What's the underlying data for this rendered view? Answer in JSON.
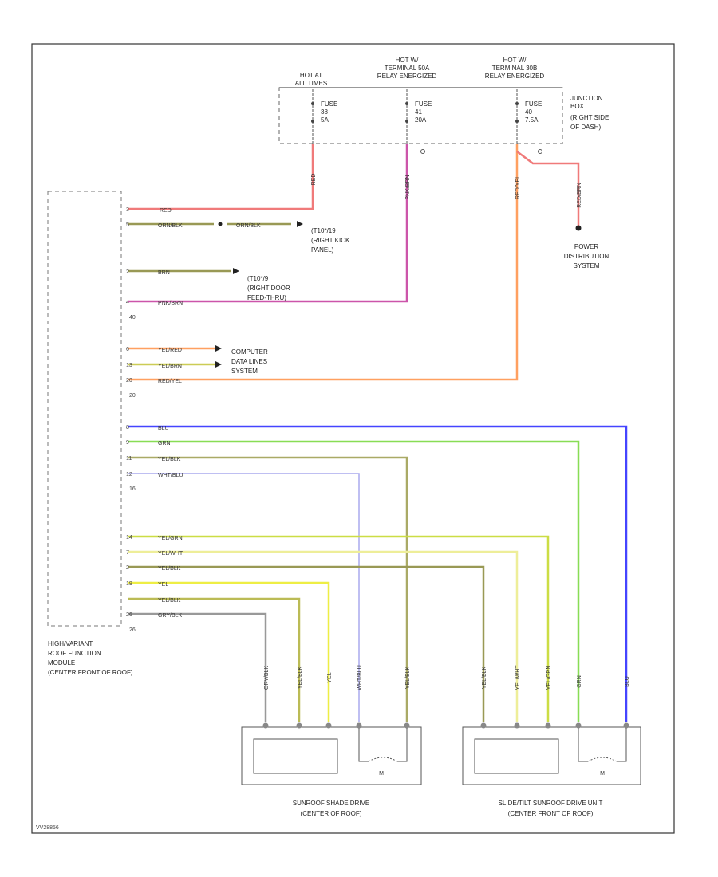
{
  "fuse_box": {
    "col1": [
      "HOT AT",
      "ALL TIMES"
    ],
    "col2": [
      "HOT W/",
      "TERMINAL 50A",
      "RELAY ENERGIZED"
    ],
    "col3": [
      "HOT W/",
      "TERMINAL 30B",
      "RELAY ENERGIZED"
    ],
    "fuses": [
      [
        "FUSE",
        "38",
        "5A"
      ],
      [
        "FUSE",
        "41",
        "20A"
      ],
      [
        "FUSE",
        "40",
        "7.5A"
      ]
    ],
    "junction_label": [
      "JUNCTION",
      "BOX",
      "(RIGHT SIDE",
      "OF DASH)"
    ]
  },
  "module_label": [
    "HIGH/VARIANT",
    "ROOF FUNCTION",
    "MODULE",
    "(CENTER FRONT OF ROOF)"
  ],
  "connector_numbers": {
    "c1": "40",
    "c2": "20",
    "c3": "16",
    "c4": "26"
  },
  "refs": {
    "kick": [
      "(T10*/19",
      "(RIGHT KICK",
      "PANEL)"
    ],
    "door": [
      "(T10*/9",
      "(RIGHT DOOR",
      "FEED-THRU)"
    ],
    "cds": [
      "COMPUTER",
      "DATA LINES",
      "SYSTEM"
    ],
    "pds": [
      "POWER",
      "DISTRIBUTION",
      "SYSTEM"
    ]
  },
  "wires": {
    "red": "RED",
    "orn_blk": "ORN/BLK",
    "orn_blk2": "ORN/BLK",
    "brn": "BRN",
    "pnk_brn": "PNK/BRN",
    "yel_red": "YEL/RED",
    "yel_brn1": "YEL/BRN",
    "red_yel": "RED/YEL",
    "blu": "BLU",
    "grn": "GRN",
    "yel_blk1": "YEL/BLK",
    "wht_blu": "WHT/BLU",
    "yel_grn": "YEL/GRN",
    "yel_wht": "YEL/WHT",
    "yel_blk2": "YEL/BLK",
    "yel": "YEL",
    "yel_blk3": "YEL/BLK",
    "gry_blk": "GRY/BLK",
    "top_red": "RED",
    "top_pnk": "PNK/BRN",
    "top_red_yel": "RED/YEL",
    "top_red_brn": "RED/BRN"
  },
  "pins": [
    "3",
    "5",
    "2",
    "4",
    "6",
    "13",
    "20",
    "8",
    "9",
    "11",
    "12",
    "14",
    "7",
    "2",
    "19",
    "26"
  ],
  "bottom_wires": {
    "s1": "GRY/BLK",
    "s2": "YEL/BLK",
    "s3": "YEL",
    "s4": "WHT/BLU",
    "s5": "YEL/BLK",
    "u1": "YEL/BLK",
    "u2": "YEL/WHT",
    "u3": "YEL/GRN",
    "u4": "GRN",
    "u5": "BLU"
  },
  "components": {
    "shade": [
      "SUNROOF SHADE DRIVE",
      "(CENTER OF ROOF)"
    ],
    "sunroof": [
      "SLIDE/TILT SUNROOF DRIVE UNIT",
      "(CENTER FRONT OF ROOF)"
    ],
    "motor_letter": "M"
  },
  "code": "VV28856",
  "colors": {
    "red": "#f07a7a",
    "pink": "#cc55aa",
    "orange": "#ffa060",
    "blue": "#4444ff",
    "green": "#88dd55",
    "yellow": "#eeee44",
    "olive": "#999955",
    "gray": "#999999"
  }
}
